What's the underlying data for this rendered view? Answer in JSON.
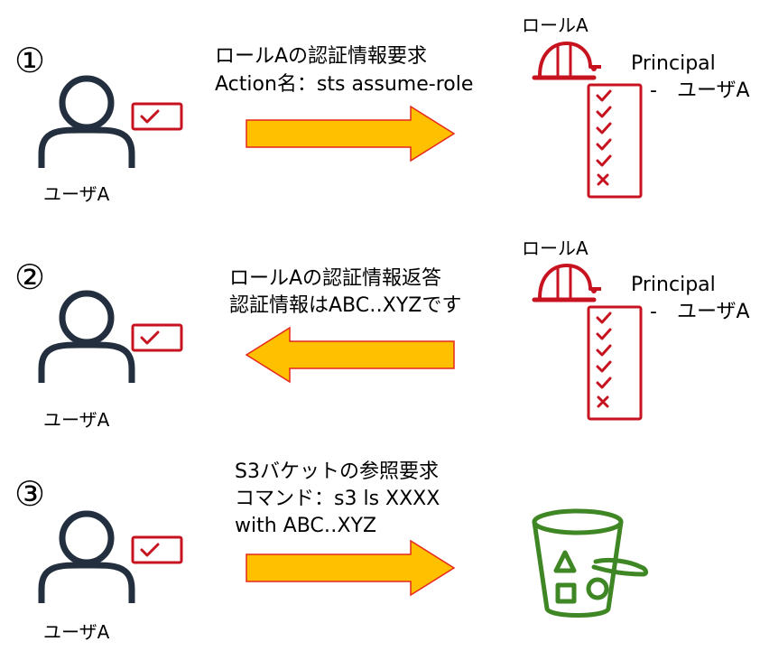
{
  "steps": [
    {
      "number": "①",
      "user_label": "ユーザA",
      "message_lines": [
        "ロールAの認証情報要求",
        "Action名：sts assume-role"
      ],
      "arrow_direction": "right",
      "role_label": "ロールA",
      "principal_title": "Principal",
      "principal_value": "-　ユーザA",
      "target_icon": "role-helmet-checklist-icon"
    },
    {
      "number": "②",
      "user_label": "ユーザA",
      "message_lines": [
        "ロールAの認証情報返答",
        "認証情報はABC‥XYZです"
      ],
      "arrow_direction": "left",
      "role_label": "ロールA",
      "principal_title": "Principal",
      "principal_value": "-　ユーザA",
      "target_icon": "role-helmet-checklist-icon"
    },
    {
      "number": "③",
      "user_label": "ユーザA",
      "message_lines": [
        "S3バケットの参照要求",
        "コマンド：s3 ls XXXX",
        "with ABC‥XYZ"
      ],
      "arrow_direction": "right",
      "target_icon": "s3-bucket-icon"
    }
  ],
  "colors": {
    "arrow_fill": "#FFC000",
    "arrow_stroke": "#E4281E",
    "role_red": "#C7131F",
    "user_dark": "#232F3E",
    "bucket_green": "#3F8624",
    "text": "#000000"
  }
}
